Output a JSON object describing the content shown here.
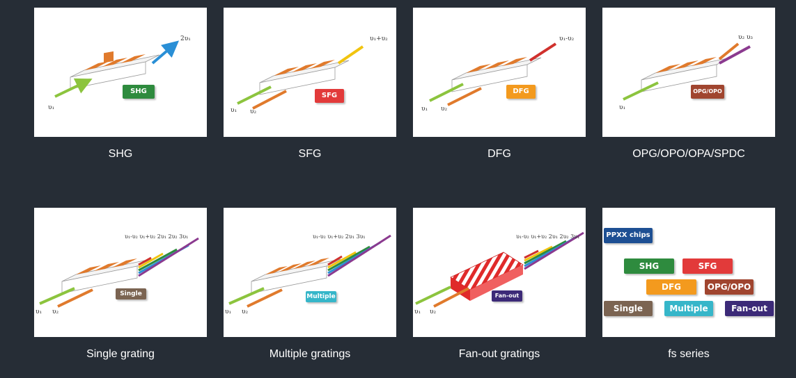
{
  "cards": [
    {
      "caption": "SHG",
      "badge": "SHG",
      "badge_color": "#2e8b3e",
      "arrow_label": "2υ₁",
      "in_labels": [
        "υ₁"
      ]
    },
    {
      "caption": "SFG",
      "badge": "SFG",
      "badge_color": "#e23a3a",
      "arrow_label": "υ₁+υ₂",
      "in_labels": [
        "υ₁",
        "υ₂"
      ]
    },
    {
      "caption": "DFG",
      "badge": "DFG",
      "badge_color": "#f39a1e",
      "arrow_label": "υ₁-υ₂",
      "in_labels": [
        "υ₁",
        "υ₂"
      ]
    },
    {
      "caption": "OPG/OPO/OPA/SPDC",
      "badge": "OPG/OPO",
      "badge_color": "#a0452f",
      "arrow_label": "υ₂ υ₃",
      "in_labels": [
        "υ₁"
      ]
    },
    {
      "caption": "Single grating",
      "badge": "Single",
      "badge_color": "#7b6452",
      "arrow_label": "υ₁-υ₂ υ₁+υ₂ 2υ₁ 2υ₂ 3υ₁",
      "in_labels": [
        "υ₁",
        "υ₂"
      ]
    },
    {
      "caption": "Multiple gratings",
      "badge": "Multiple",
      "badge_color": "#36b6c9",
      "arrow_label": "υ₁-υ₂ υ₁+υ₂ 2υ₁ 3υ₁",
      "in_labels": [
        "υ₁",
        "υ₂"
      ]
    },
    {
      "caption": "Fan-out gratings",
      "badge": "Fan-out",
      "badge_color": "#3c2a78",
      "arrow_label": "υ₁-υ₂ υ₁+υ₂ 2υ₁ 2υ₂ 3υ₁",
      "in_labels": [
        "υ₁",
        "υ₂"
      ]
    },
    {
      "caption": "fs series"
    }
  ],
  "fs_series": {
    "header": {
      "label": "PPXX chips",
      "color": "#1d4f93"
    },
    "badges": [
      {
        "label": "SHG",
        "color": "#2e8b3e"
      },
      {
        "label": "SFG",
        "color": "#e23a3a"
      },
      {
        "label": "DFG",
        "color": "#f39a1e"
      },
      {
        "label": "OPG/OPO",
        "color": "#a0452f"
      },
      {
        "label": "Single",
        "color": "#7b6452"
      },
      {
        "label": "Multiple",
        "color": "#36b6c9"
      },
      {
        "label": "Fan-out",
        "color": "#3c2a78"
      }
    ]
  }
}
